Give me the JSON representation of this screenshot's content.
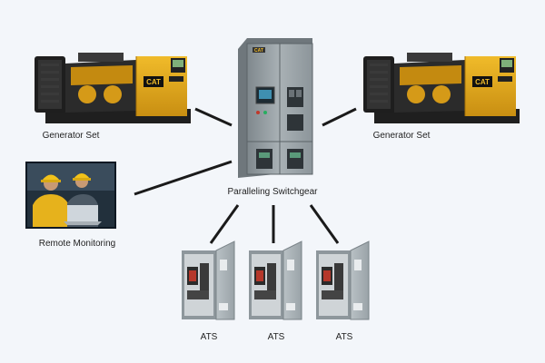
{
  "nodes": {
    "generator_left": {
      "label": "Generator Set",
      "badge": "CAT"
    },
    "generator_right": {
      "label": "Generator Set",
      "badge": "CAT"
    },
    "switchgear": {
      "label": "Paralleling Switchgear",
      "badge": "CAT"
    },
    "remote_monitoring": {
      "label": "Remote Monitoring"
    },
    "ats_1": {
      "label": "ATS"
    },
    "ats_2": {
      "label": "ATS"
    },
    "ats_3": {
      "label": "ATS"
    }
  },
  "colors": {
    "background": "#f3f6fa",
    "generator_yellow": "#e2a81c",
    "engine_dark": "#2a2a2a",
    "cabinet_gray": "#9aa3a8",
    "connector_line": "#1a1a1a"
  }
}
